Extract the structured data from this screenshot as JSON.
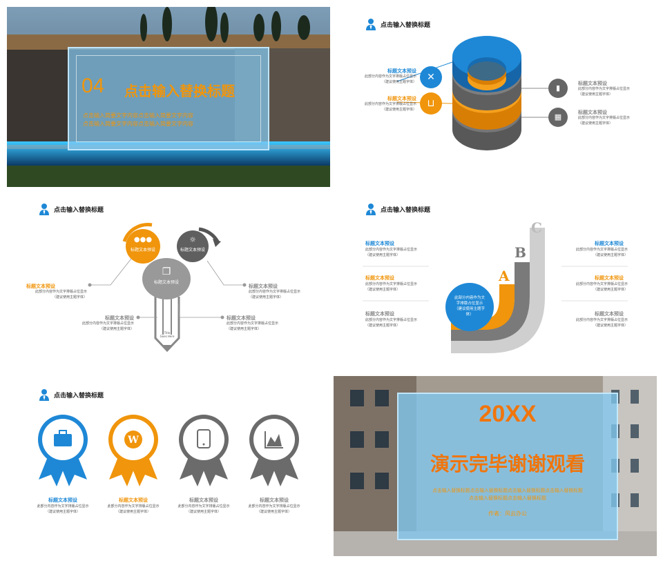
{
  "colors": {
    "blue": "#1e88d6",
    "orange": "#f0950c",
    "gray": "#6b6b6b",
    "lightgray": "#c8c8c8"
  },
  "common": {
    "header": "点击输入替换标题",
    "label": "标题文本预设",
    "desc1": "此部分内容作为文字排版占位显示",
    "desc2": "（建议使用主题字体）"
  },
  "s1": {
    "num": "04",
    "title": "点击输入替换标题",
    "sub1": "点击输入简要文字内容点击输入简要文字内容",
    "sub2": "点击输入简要文字内容点击输入简要文字内容"
  },
  "s3": {
    "bubble": "标题文本预设",
    "pencil1": "Title",
    "pencil2": "Goes Here"
  },
  "s4": {
    "a": "A",
    "b": "B",
    "c": "C",
    "circle1": "此部分内容作为文",
    "circle2": "字排版占位显示",
    "circle3": "（建议使用主题字",
    "circle4": "体）"
  },
  "s6": {
    "year": "20XX",
    "title": "演示完毕谢谢观看",
    "sub1": "点击输入替换标题点击输入替换标题点击输入替换标题点击输入替换标题",
    "sub2": "点击输入替换标题点击输入替换标题",
    "author": "作者：风云办公"
  }
}
